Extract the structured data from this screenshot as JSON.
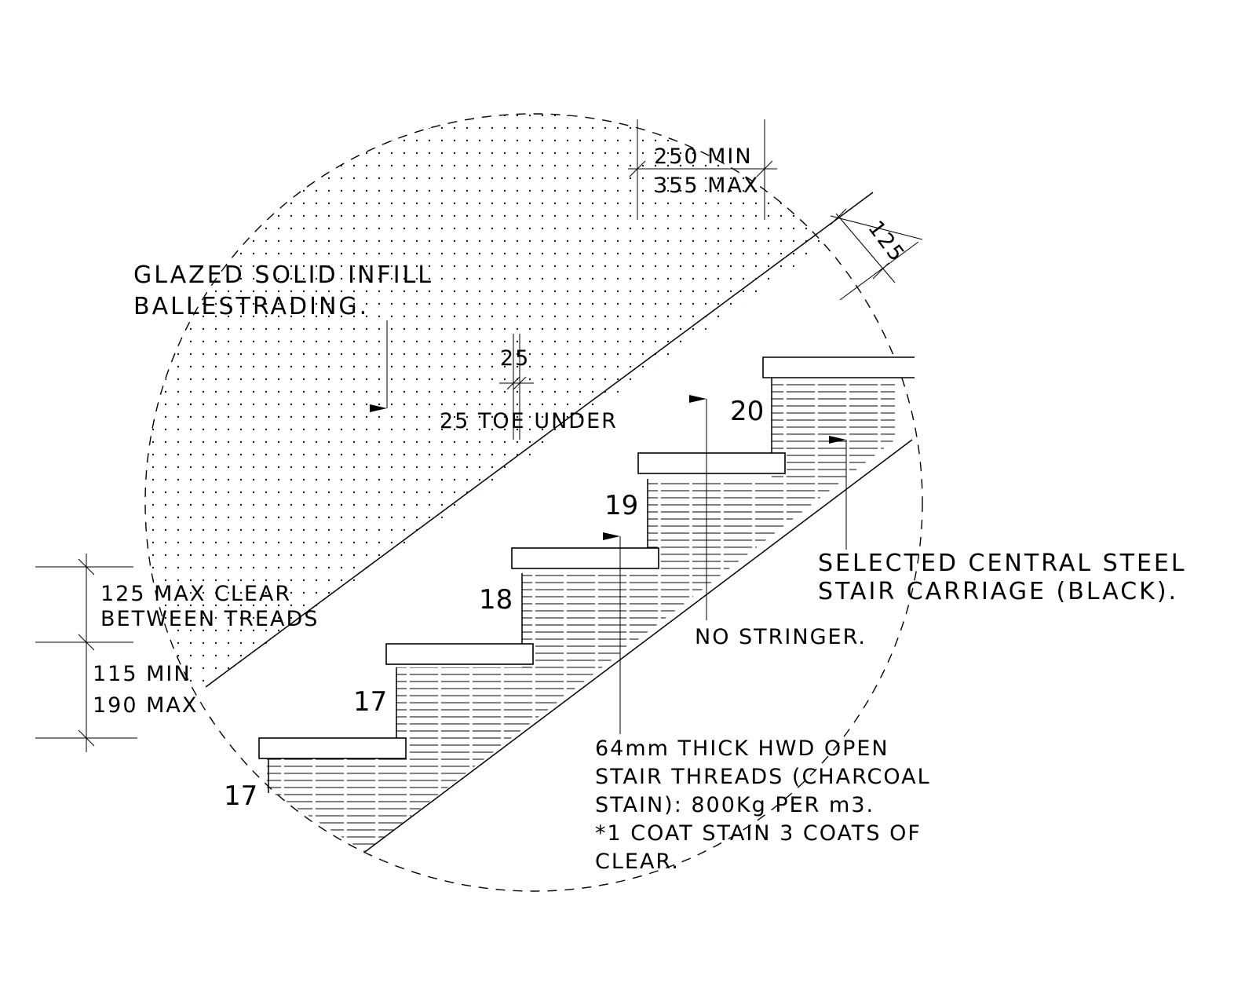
{
  "colors": {
    "ink": "#000000",
    "paper": "#ffffff"
  },
  "labels": {
    "going": [
      "250 MIN",
      "355 MAX"
    ],
    "rail_depth": "125",
    "infill": [
      "GLAZED SOLID INFILL",
      "BALLESTRADING."
    ],
    "toe_dim": "25",
    "toe_note": "25 TOE UNDER",
    "clear": [
      "125 MAX CLEAR",
      "BETWEEN TREADS"
    ],
    "riser": [
      "115 MIN",
      "190 MAX"
    ],
    "carriage": [
      "SELECTED CENTRAL STEEL",
      "STAIR CARRIAGE (BLACK)."
    ],
    "stringer": "NO STRINGER.",
    "treads": [
      "64mm THICK HWD OPEN",
      "STAIR THREADS (CHARCOAL",
      "STAIN): 800Kg PER m3.",
      "*1 COAT STAIN 3 COATS OF",
      "CLEAR."
    ]
  },
  "step_numbers": [
    "17",
    "17",
    "18",
    "19",
    "20"
  ]
}
